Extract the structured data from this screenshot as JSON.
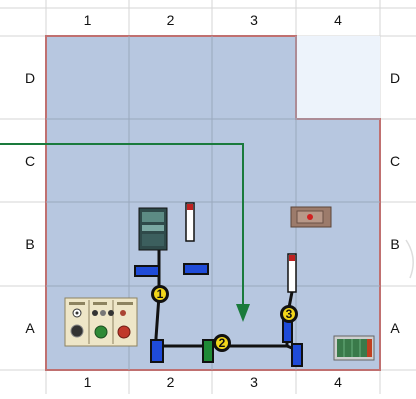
{
  "grid": {
    "columns": [
      "1",
      "2",
      "3",
      "4"
    ],
    "rows": [
      "D",
      "C",
      "B",
      "A"
    ]
  },
  "markers": [
    {
      "id": "marker-1",
      "label": "1"
    },
    {
      "id": "marker-2",
      "label": "2"
    },
    {
      "id": "marker-3",
      "label": "3"
    }
  ],
  "colors": {
    "floor": "#b7c7e0",
    "floor_border": "#c07070",
    "excluded_cell": "#edf3fb",
    "grid_line": "#9aa8bd",
    "cable": "#111111",
    "arrow": "#1a7a3c",
    "marker": "#f2d61a"
  },
  "icons": [
    "control-panel-icon",
    "cabinet-icon",
    "wall-box-icon",
    "battery-icon",
    "lamp-icon",
    "sensor-icon",
    "switch-icon"
  ]
}
